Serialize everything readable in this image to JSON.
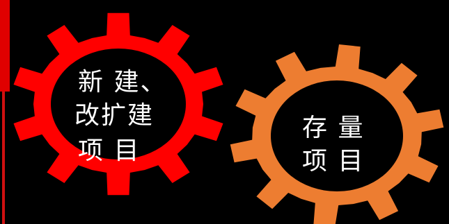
{
  "colors": {
    "background": "#000000",
    "gear_left": "#ff0000",
    "gear_right": "#ed7d31",
    "gear_inner": "#000000",
    "text": "#ffffff"
  },
  "icons": [
    "gear-icon",
    "gear-icon"
  ],
  "gears": [
    {
      "lines": [
        "新 建、",
        "改扩建",
        "项 目"
      ]
    },
    {
      "lines": [
        "存 量",
        "项 目"
      ]
    }
  ]
}
